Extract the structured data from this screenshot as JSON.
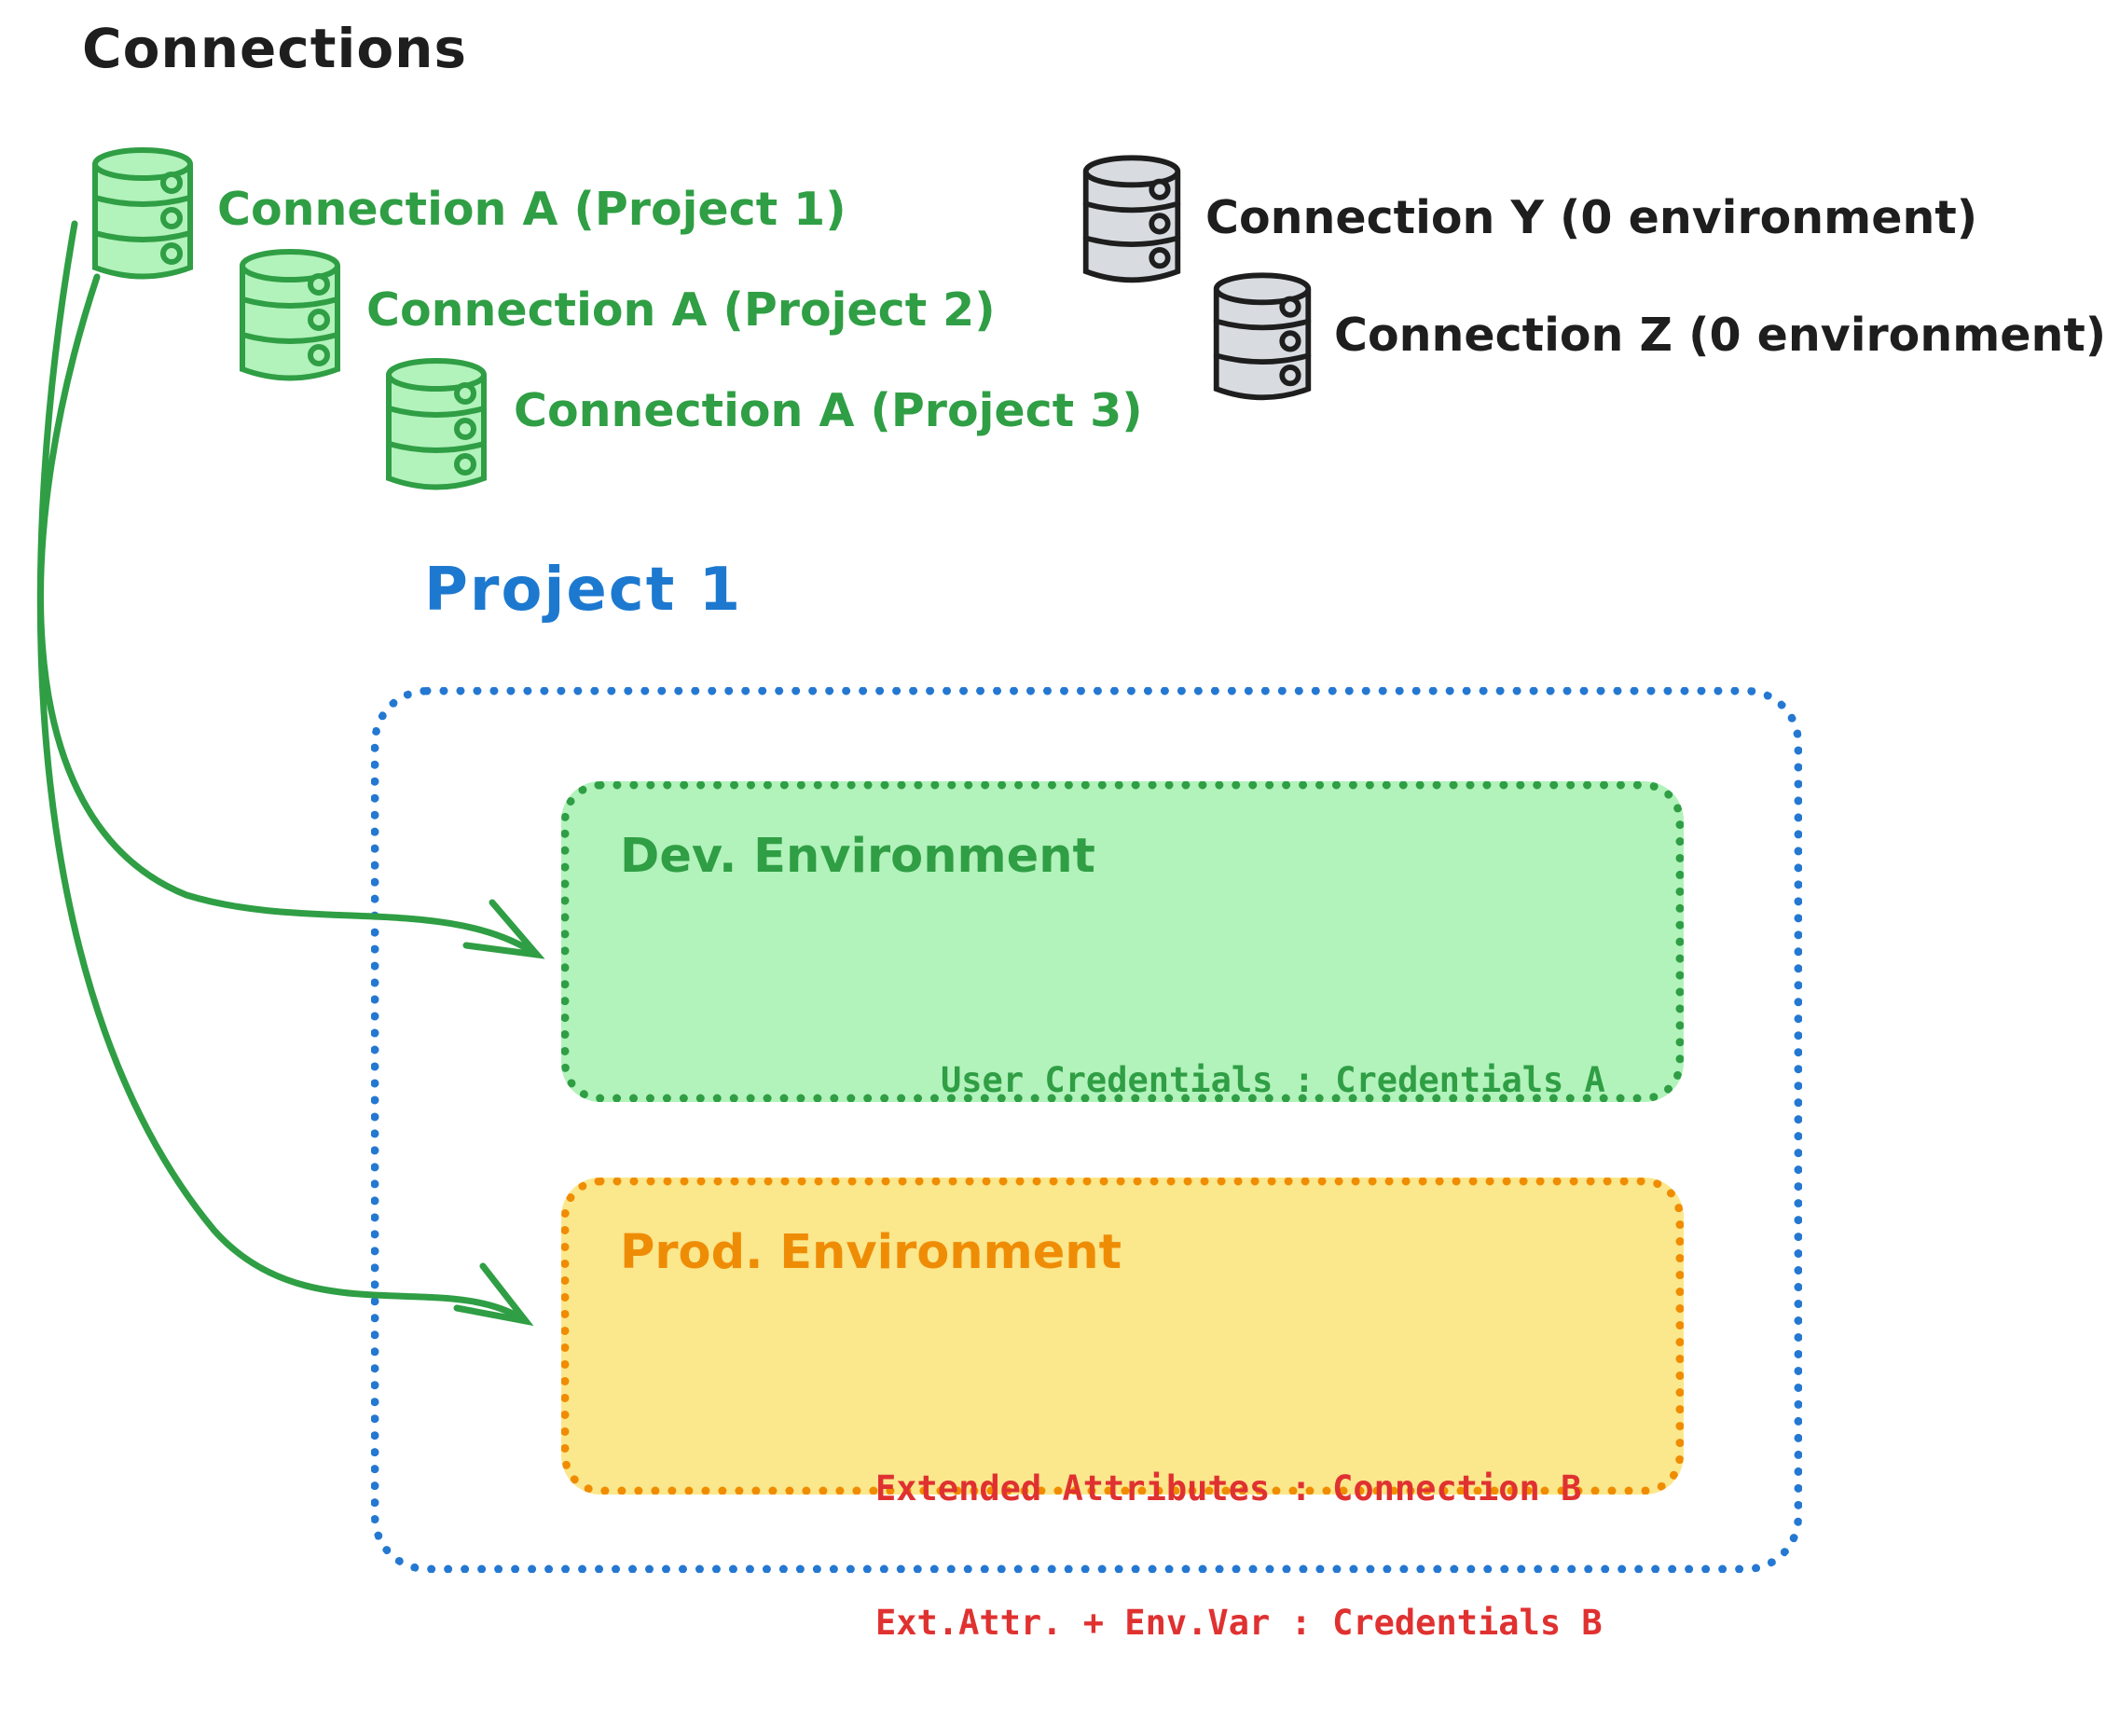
{
  "title": "Connections",
  "connections": {
    "project_a": [
      {
        "label": "Connection A (Project 1)"
      },
      {
        "label": "Connection A (Project 2)"
      },
      {
        "label": "Connection A (Project 3)"
      }
    ],
    "unassigned": [
      {
        "label": "Connection Y (0 environment)"
      },
      {
        "label": "Connection Z (0 environment)"
      }
    ]
  },
  "project": {
    "title": "Project 1",
    "dev_environment": {
      "title": "Dev. Environment",
      "mapping": "User Credentials : Credentials A"
    },
    "prod_environment": {
      "title": "Prod. Environment",
      "mappings": [
        "Extended Attributes : Connection B",
        "Ext.Attr. + Env.Var : Credentials B"
      ]
    }
  },
  "colors": {
    "green_accent": "#2f9e44",
    "green_fill": "#b2f2bb",
    "blue_accent": "#2478d1",
    "orange_accent": "#f08c00",
    "yellow_fill": "#fbe78c",
    "red_text": "#e03131",
    "gray_fill": "#d8dce1",
    "ink": "#1e1e1e"
  }
}
